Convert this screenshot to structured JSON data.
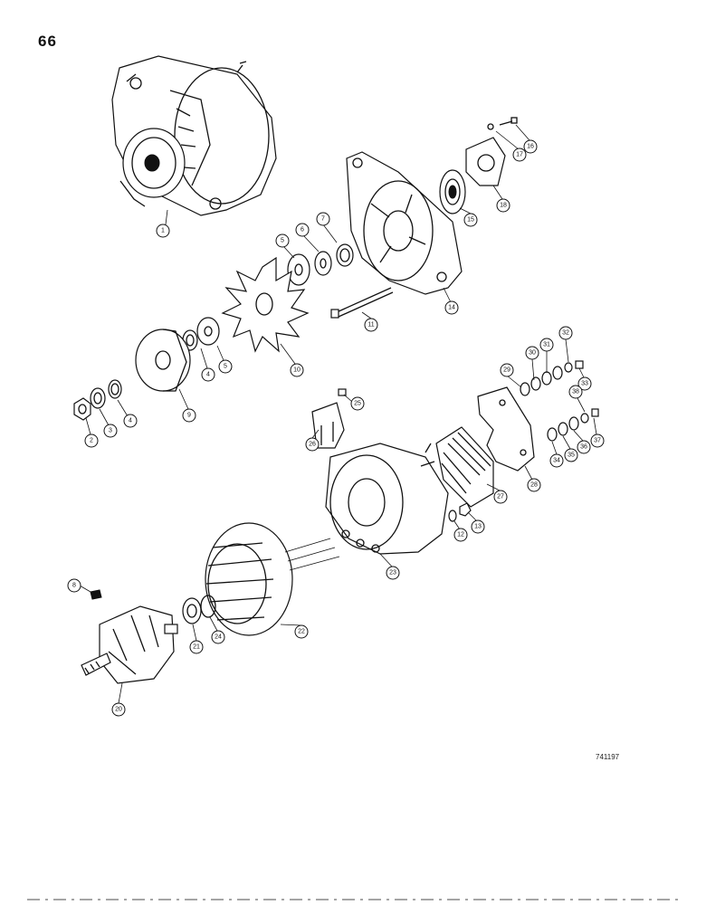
{
  "page_number": "66",
  "figure_id": "741197",
  "callouts": [
    "1",
    "2",
    "3",
    "4",
    "4",
    "5",
    "5",
    "6",
    "7",
    "8",
    "9",
    "10",
    "11",
    "12",
    "13",
    "14",
    "15",
    "16",
    "17",
    "18",
    "20",
    "21",
    "22",
    "23",
    "24",
    "25",
    "26",
    "27",
    "28",
    "29",
    "30",
    "31",
    "32",
    "33",
    "34",
    "35",
    "36",
    "37",
    "38"
  ]
}
